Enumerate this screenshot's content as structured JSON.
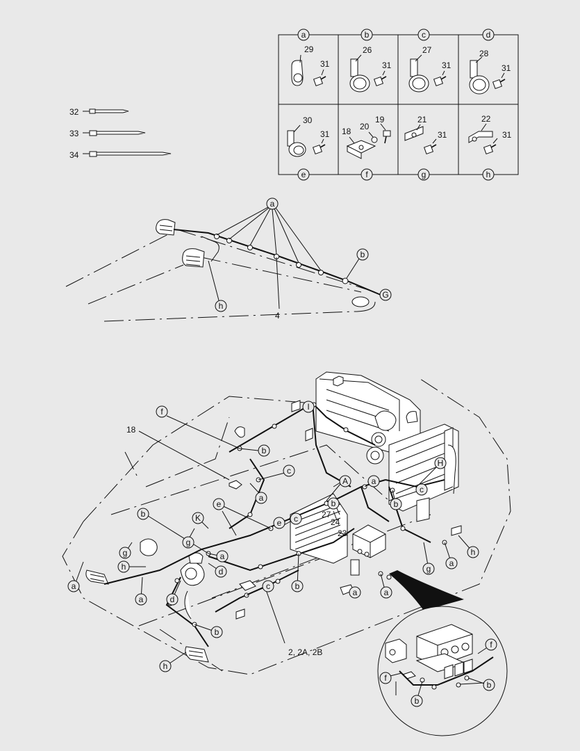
{
  "clamp_table": {
    "top_labels": [
      "a",
      "b",
      "c",
      "d"
    ],
    "bottom_labels": [
      "e",
      "f",
      "g",
      "h"
    ],
    "cells": [
      {
        "id": "a",
        "numbers": [
          "29",
          "31"
        ]
      },
      {
        "id": "b",
        "numbers": [
          "26",
          "31"
        ]
      },
      {
        "id": "c",
        "numbers": [
          "27",
          "31"
        ]
      },
      {
        "id": "d",
        "numbers": [
          "28",
          "31"
        ]
      },
      {
        "id": "e",
        "numbers": [
          "30",
          "31"
        ]
      },
      {
        "id": "f",
        "numbers": [
          "18",
          "20",
          "19"
        ]
      },
      {
        "id": "g",
        "numbers": [
          "21",
          "31"
        ]
      },
      {
        "id": "h",
        "numbers": [
          "22",
          "31"
        ]
      }
    ]
  },
  "ties": [
    "32",
    "33",
    "34"
  ],
  "boom": {
    "clamp_a": "a",
    "clamp_b": "b",
    "clamp_h": "h",
    "connector_g": "G",
    "harness_number": "4"
  },
  "machine": {
    "part_labels": [
      "18",
      "2, 2A, 2B",
      "27",
      "24",
      "23"
    ],
    "callouts": [
      {
        "id": "f1",
        "text": "f"
      },
      {
        "id": "b1",
        "text": "b"
      },
      {
        "id": "c1",
        "text": "c"
      },
      {
        "id": "a1",
        "text": "a"
      },
      {
        "id": "A",
        "text": "A"
      },
      {
        "id": "a2",
        "text": "a"
      },
      {
        "id": "b2",
        "text": "b"
      },
      {
        "id": "b3",
        "text": "b"
      },
      {
        "id": "c2",
        "text": "c"
      },
      {
        "id": "H",
        "text": "H"
      },
      {
        "id": "I",
        "text": "I"
      },
      {
        "id": "e1",
        "text": "e"
      },
      {
        "id": "e2",
        "text": "e"
      },
      {
        "id": "c3",
        "text": "c"
      },
      {
        "id": "b4",
        "text": "b"
      },
      {
        "id": "K",
        "text": "K"
      },
      {
        "id": "g1",
        "text": "g"
      },
      {
        "id": "g2",
        "text": "g"
      },
      {
        "id": "a3",
        "text": "a"
      },
      {
        "id": "h1",
        "text": "h"
      },
      {
        "id": "a4",
        "text": "a"
      },
      {
        "id": "a5",
        "text": "a"
      },
      {
        "id": "d1",
        "text": "d"
      },
      {
        "id": "c4",
        "text": "c"
      },
      {
        "id": "d2",
        "text": "d"
      },
      {
        "id": "b5",
        "text": "b"
      },
      {
        "id": "a6",
        "text": "a"
      },
      {
        "id": "b6",
        "text": "b"
      },
      {
        "id": "h2",
        "text": "h"
      },
      {
        "id": "g3",
        "text": "g"
      },
      {
        "id": "a7",
        "text": "a"
      },
      {
        "id": "h3",
        "text": "h"
      },
      {
        "id": "a8",
        "text": "a"
      }
    ]
  },
  "detail": {
    "callouts": [
      {
        "id": "f3",
        "text": "f"
      },
      {
        "id": "f4",
        "text": "f"
      },
      {
        "id": "b7",
        "text": "b"
      },
      {
        "id": "b8",
        "text": "b"
      }
    ]
  }
}
